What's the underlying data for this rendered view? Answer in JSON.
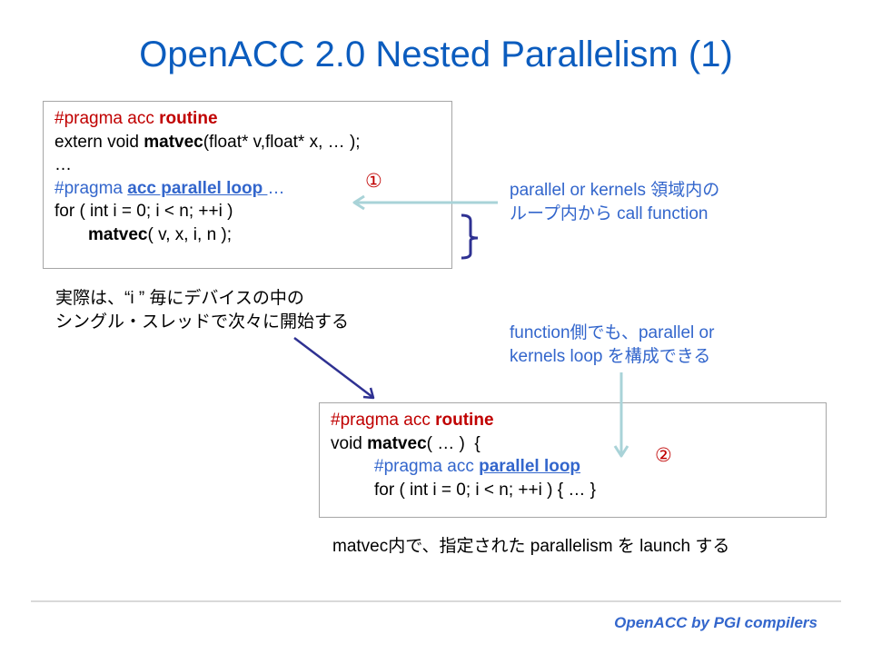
{
  "slide": {
    "title": "OpenACC 2.0 Nested Parallelism (1)",
    "caller_code": {
      "line1": {
        "prefix": "#pragma acc ",
        "keyword": "routine"
      },
      "line2": {
        "prefix": "extern void ",
        "func": "matvec",
        "suffix": "(float* v,float* x, … );"
      },
      "line3": "…",
      "line4": {
        "prefix": "#pragma ",
        "link": "acc parallel loop ",
        "suffix": "…"
      },
      "line5": "for ( int i = 0; i < n; ++i )",
      "line6": {
        "func": "matvec",
        "suffix": "( v, x, i, n );"
      }
    },
    "callee_code": {
      "line1": {
        "prefix": "#pragma acc ",
        "keyword": "routine"
      },
      "line2": {
        "prefix": "void ",
        "func": "matvec",
        "suffix": "( … )  {"
      },
      "line3": {
        "prefix": "#pragma acc ",
        "link": "parallel loop"
      },
      "line4": "for ( int i = 0; i < n; ++i ) { … }"
    },
    "markers": {
      "one": "①",
      "two": "②"
    },
    "notes": {
      "call_from_loop": "parallel or kernels 領域内の\nループ内から call function",
      "per_iteration": "実際は、“i ” 毎にデバイスの中の\nシングル・スレッドで次々に開始する",
      "function_side": "function側でも、parallel or\nkernels loop を構成できる",
      "launch": "matvec内で、指定された parallelism を launch する"
    },
    "footer": "OpenACC by PGI compilers"
  },
  "colors": {
    "title": "#0B5CBE",
    "keyword_red": "#C00000",
    "note_blue": "#3366CC",
    "arrow_light": "#A9D3D8",
    "arrow_dark": "#2E3192"
  }
}
